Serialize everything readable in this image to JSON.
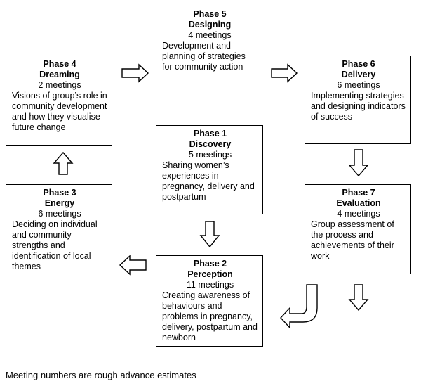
{
  "phases": {
    "p1": {
      "title": "Phase 1",
      "name": "Discovery",
      "meetings": "5 meetings",
      "desc": "Sharing women’s experiences in pregnancy, delivery and postpartum"
    },
    "p2": {
      "title": "Phase 2",
      "name": "Perception",
      "meetings": "11 meetings",
      "desc": "Creating awareness of behaviours and problems in pregnancy, delivery, postpartum and newborn"
    },
    "p3": {
      "title": "Phase 3",
      "name": "Energy",
      "meetings": "6 meetings",
      "desc": "Deciding on individual and community strengths and identification of local themes"
    },
    "p4": {
      "title": "Phase 4",
      "name": "Dreaming",
      "meetings": "2 meetings",
      "desc": "Visions of group’s role in community development and how they visualise future change"
    },
    "p5": {
      "title": "Phase 5",
      "name": "Designing",
      "meetings": "4 meetings",
      "desc": "Development and planning of strategies for community action"
    },
    "p6": {
      "title": "Phase 6",
      "name": "Delivery",
      "meetings": "6 meetings",
      "desc": "Implementing strategies and designing indicators of success"
    },
    "p7": {
      "title": "Phase 7",
      "name": "Evaluation",
      "meetings": "4 meetings",
      "desc": "Group assessment of the process and achievements of their work"
    }
  },
  "footnote": "Meeting numbers are rough advance estimates"
}
